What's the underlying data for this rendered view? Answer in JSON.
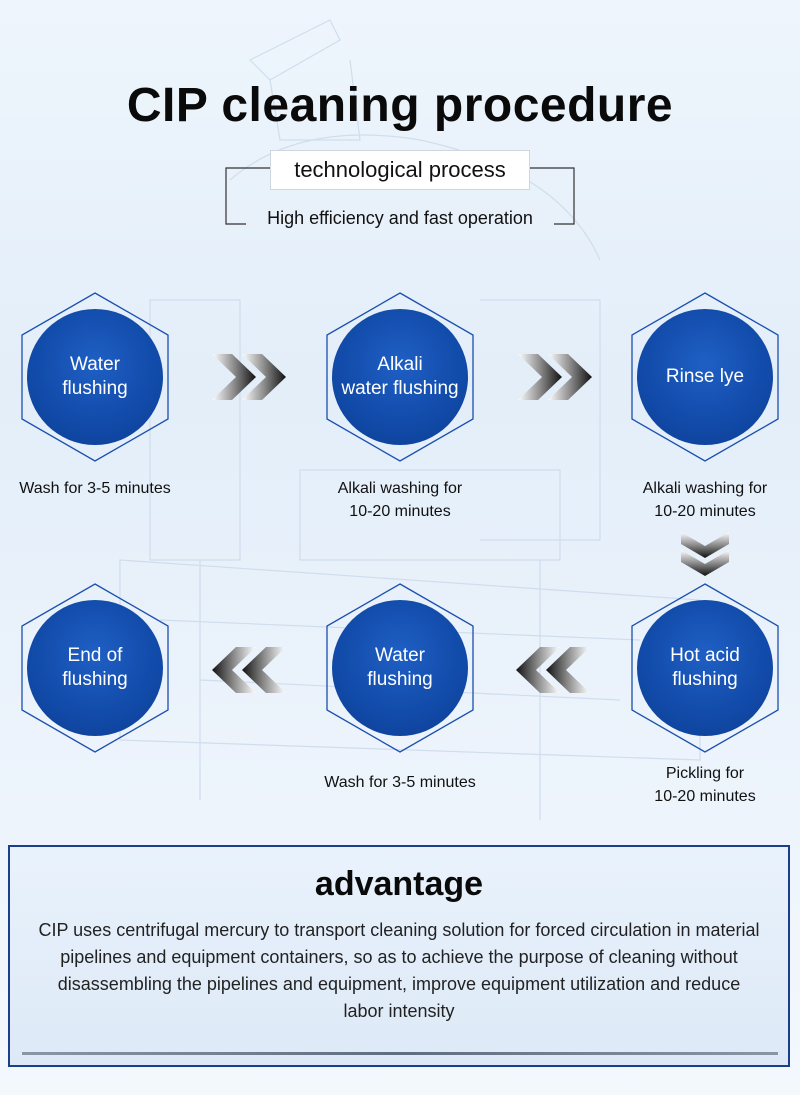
{
  "header": {
    "title": "CIP cleaning procedure",
    "subtitle": "technological process",
    "tagline": "High efficiency and fast operation"
  },
  "steps": [
    {
      "label_lines": [
        "Water",
        "flushing"
      ],
      "caption_lines": [
        "Wash for 3-5 minutes"
      ]
    },
    {
      "label_lines": [
        "Alkali",
        "water flushing"
      ],
      "caption_lines": [
        "Alkali washing for",
        "10-20 minutes"
      ]
    },
    {
      "label_lines": [
        "Rinse lye"
      ],
      "caption_lines": [
        "Alkali washing for",
        "10-20 minutes"
      ]
    },
    {
      "label_lines": [
        "Hot acid",
        "flushing"
      ],
      "caption_lines": [
        "Pickling for",
        "10-20 minutes"
      ]
    },
    {
      "label_lines": [
        "Water",
        "flushing"
      ],
      "caption_lines": [
        "Wash for 3-5 minutes"
      ]
    },
    {
      "label_lines": [
        "End of",
        "flushing"
      ],
      "caption_lines": []
    }
  ],
  "advantage": {
    "title": "advantage",
    "text": "CIP uses centrifugal mercury to transport cleaning solution for forced circulation in material pipelines and equipment containers, so as to achieve the purpose of cleaning without disassembling the pipelines and equipment, improve equipment utilization and reduce labor intensity"
  },
  "colors": {
    "circle": "#114aa8",
    "hex_outline": "#1a4fb0",
    "box_border": "#1b3f8a"
  },
  "icons": {
    "arrow_right": "double-chevron-right-icon",
    "arrow_left": "double-chevron-left-icon",
    "arrow_down": "double-chevron-down-icon"
  }
}
